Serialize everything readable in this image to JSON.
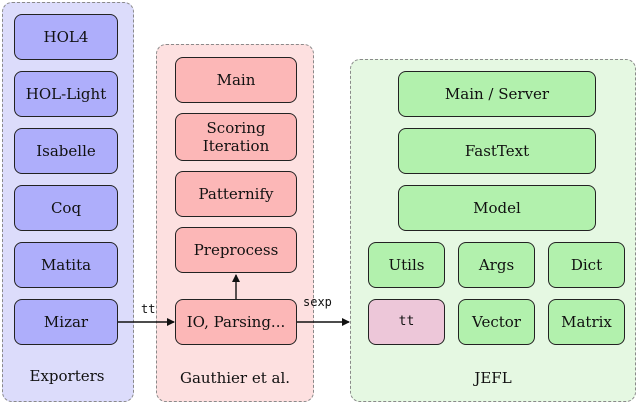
{
  "groups": {
    "exporters": "Exporters",
    "gauthier": "Gauthier et al.",
    "jefl": "JEFL"
  },
  "exporters": {
    "hol4": "HOL4",
    "hol_light": "HOL-Light",
    "isabelle": "Isabelle",
    "coq": "Coq",
    "matita": "Matita",
    "mizar": "Mizar"
  },
  "gauthier": {
    "main": "Main",
    "scoring": "Scoring\nIteration",
    "patternify": "Patternify",
    "preprocess": "Preprocess",
    "io": "IO, Parsing..."
  },
  "jefl": {
    "main_server": "Main / Server",
    "fasttext": "FastText",
    "model": "Model",
    "utils": "Utils",
    "args": "Args",
    "dict": "Dict",
    "tt": "tt",
    "vector": "Vector",
    "matrix": "Matrix"
  },
  "edges": {
    "mizar_to_io": "tt",
    "io_to_jefl": "sexp"
  },
  "colors": {
    "exporters_bg": "#dcdcfb",
    "gauthier_bg": "#fde0e0",
    "jefl_bg": "#e5f8e2",
    "blue_box": "#aeaefb",
    "red_box": "#fcb7b7",
    "green_box": "#b2f1ad",
    "pink_box": "#edc7d9"
  }
}
